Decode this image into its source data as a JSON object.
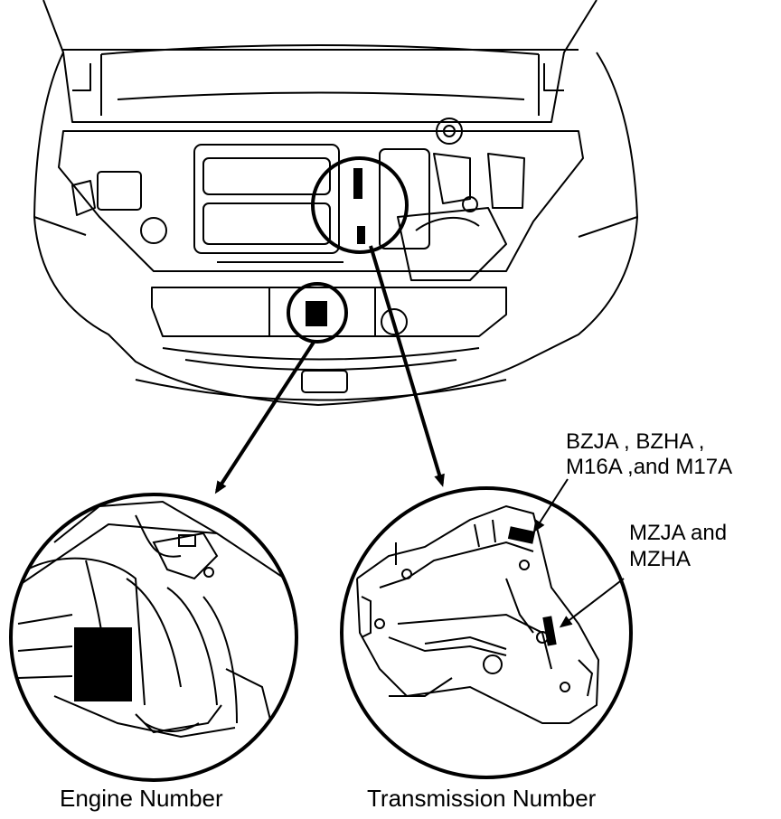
{
  "captions": {
    "engine_number": "Engine Number",
    "transmission_number": "Transmission Number"
  },
  "callouts": {
    "transmission_codes_a_line1": "BZJA , BZHA ,",
    "transmission_codes_a_line2": "M16A ,and M17A",
    "transmission_codes_b_line1": "MZJA and",
    "transmission_codes_b_line2": "MZHA"
  },
  "colors": {
    "ink": "#000000",
    "paper": "#ffffff"
  }
}
